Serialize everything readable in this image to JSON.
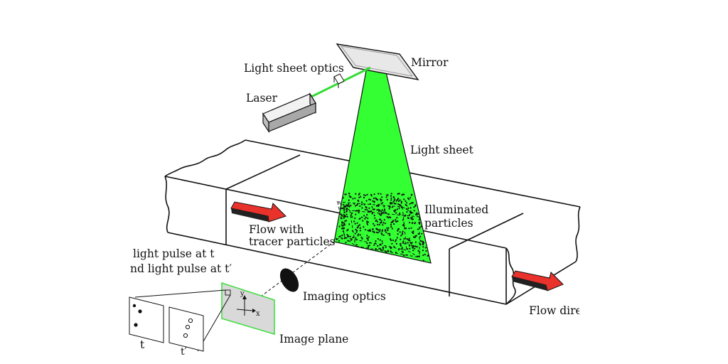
{
  "labels": {
    "mirror": "Mirror",
    "light_sheet_optics": "Light sheet optics",
    "laser": "Laser",
    "light_sheet": "Light sheet",
    "illuminated_particles_line1": "Illuminated",
    "illuminated_particles_line2": "particles",
    "flow_tracer_line1": "Flow with",
    "flow_tracer_line2": "tracer particles",
    "pulse_line1": "light pulse at t",
    "pulse_line2": "nd light pulse at t′",
    "imaging_optics": "Imaging optics",
    "image_plane": "Image plane",
    "flow_direction": "Flow dire",
    "frame1_time": "t",
    "frame2_time": "t′",
    "axis_x": "x",
    "axis_y": "y"
  },
  "colors": {
    "light_sheet": "#33ff33",
    "flow_arrow": "#e8322b",
    "image_plane_fill": "#d9d9d9",
    "image_plane_border": "#44dd44"
  }
}
